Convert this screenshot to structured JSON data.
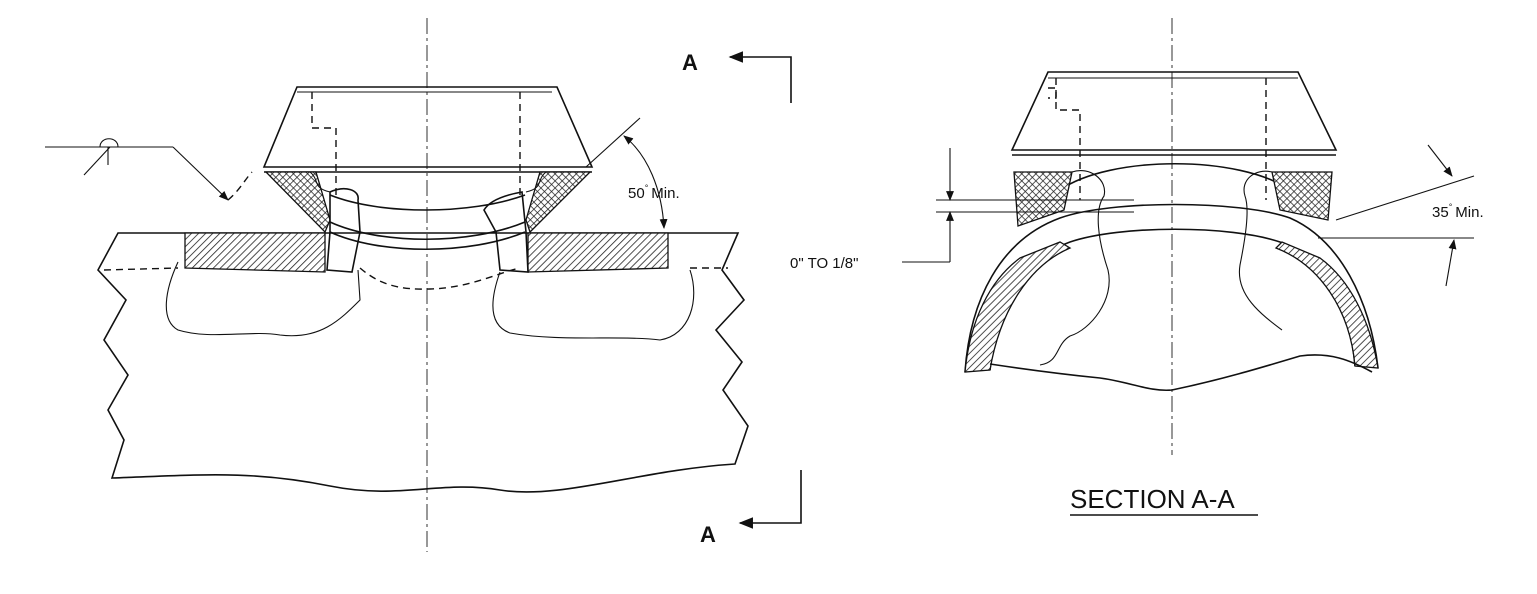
{
  "view_arrows": {
    "top": "A",
    "bottom": "A"
  },
  "left_view": {
    "angle_label": {
      "value": "50",
      "unit": "Min."
    }
  },
  "section_view": {
    "title": "SECTION A-A",
    "gap_label": "0\" TO 1/8\"",
    "angle_label": {
      "value": "35",
      "unit": "Min."
    }
  },
  "degree_symbol": "°"
}
